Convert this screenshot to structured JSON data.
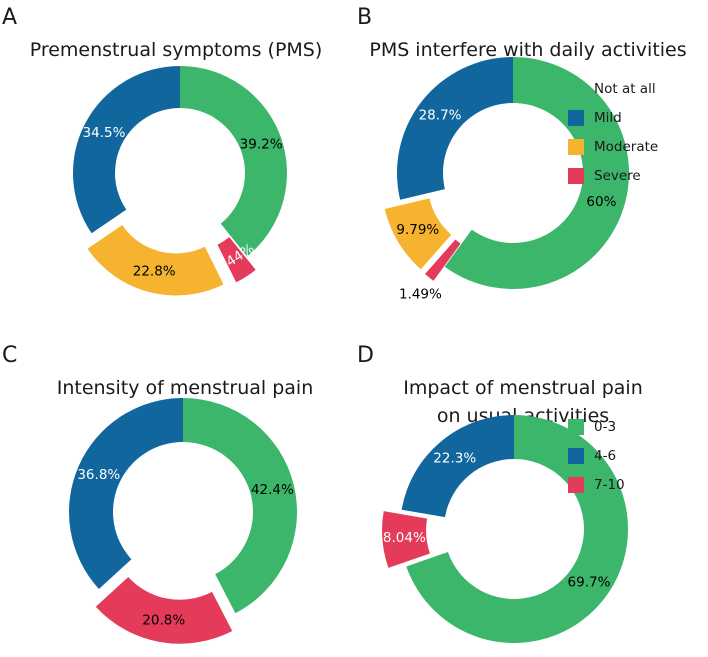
{
  "colors": {
    "green": "#3cb66b",
    "blue": "#11669e",
    "yellow": "#f5b32f",
    "red": "#e43b5a"
  },
  "chart_data": [
    {
      "panel": "A",
      "type": "pie",
      "title": "Premenstrual symptoms (PMS)",
      "slices": [
        {
          "value": 39.2,
          "label": "39.2%",
          "color": "#3cb66b",
          "exploded": false,
          "label_color": "#000000"
        },
        {
          "value": 3.44,
          "label": "3.44%",
          "color": "#e43b5a",
          "exploded": true,
          "label_color": "#ffffff",
          "label_rotated": true
        },
        {
          "value": 22.8,
          "label": "22.8%",
          "color": "#f5b32f",
          "exploded": true,
          "label_color": "#000000"
        },
        {
          "value": 34.5,
          "label": "34.5%",
          "color": "#11669e",
          "exploded": false,
          "label_color": "#ffffff"
        }
      ]
    },
    {
      "panel": "B",
      "type": "pie",
      "title": "PMS interfere with daily activities",
      "legend": {
        "position": "top-right",
        "entries": [
          {
            "label": "Not at all",
            "color": "#3cb66b"
          },
          {
            "label": "Mild",
            "color": "#11669e"
          },
          {
            "label": "Moderate",
            "color": "#f5b32f"
          },
          {
            "label": "Severe",
            "color": "#e43b5a"
          }
        ]
      },
      "slices": [
        {
          "value": 60,
          "label": "60%",
          "color": "#3cb66b",
          "exploded": false,
          "label_color": "#000000"
        },
        {
          "value": 1.49,
          "label": "1.49%",
          "color": "#e43b5a",
          "exploded": true,
          "label_color": "#000000",
          "label_outside": true
        },
        {
          "value": 9.79,
          "label": "9.79%",
          "color": "#f5b32f",
          "exploded": true,
          "label_color": "#000000"
        },
        {
          "value": 28.7,
          "label": "28.7%",
          "color": "#11669e",
          "exploded": false,
          "label_color": "#ffffff"
        }
      ]
    },
    {
      "panel": "C",
      "type": "pie",
      "title": "Intensity of menstrual pain",
      "slices": [
        {
          "value": 42.4,
          "label": "42.4%",
          "color": "#3cb66b",
          "exploded": false,
          "label_color": "#000000"
        },
        {
          "value": 20.8,
          "label": "20.8%",
          "color": "#e43b5a",
          "exploded": true,
          "label_color": "#000000"
        },
        {
          "value": 36.8,
          "label": "36.8%",
          "color": "#11669e",
          "exploded": false,
          "label_color": "#ffffff"
        }
      ]
    },
    {
      "panel": "D",
      "type": "pie",
      "title": [
        "Impact of menstrual pain",
        "on usual activities"
      ],
      "legend": {
        "position": "top-right",
        "entries": [
          {
            "label": "0-3",
            "color": "#3cb66b"
          },
          {
            "label": "4-6",
            "color": "#11669e"
          },
          {
            "label": "7-10",
            "color": "#e43b5a"
          }
        ]
      },
      "slices": [
        {
          "value": 69.7,
          "label": "69.7%",
          "color": "#3cb66b",
          "exploded": false,
          "label_color": "#000000"
        },
        {
          "value": 8.04,
          "label": "8.04%",
          "color": "#e43b5a",
          "exploded": true,
          "label_color": "#ffffff"
        },
        {
          "value": 22.3,
          "label": "22.3%",
          "color": "#11669e",
          "exploded": false,
          "label_color": "#ffffff"
        }
      ]
    }
  ]
}
